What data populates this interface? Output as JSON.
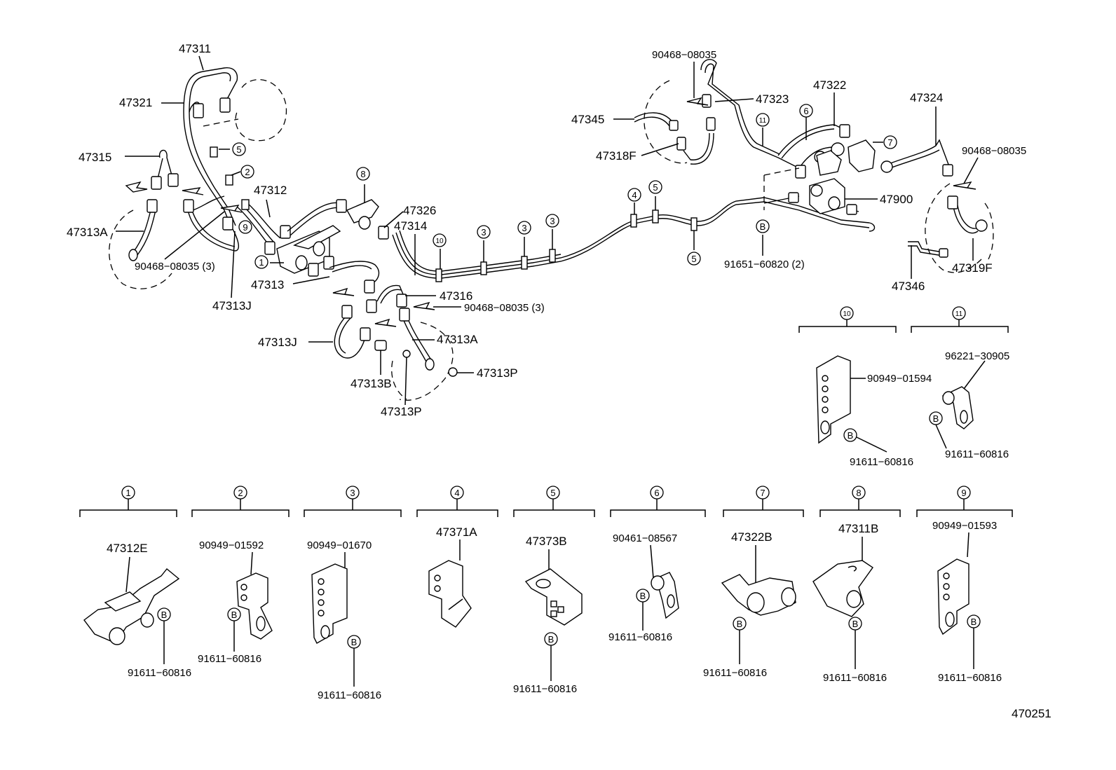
{
  "labels": {
    "p47311": "47311",
    "p47321": "47321",
    "p47315": "47315",
    "p47312": "47312",
    "p47313A_l": "47313A",
    "p90468_l": "90468−08035 (3)",
    "p47313J_l": "47313J",
    "p47313": "47313",
    "p47326": "47326",
    "p47314": "47314",
    "p47316": "47316",
    "p90468_m": "90468−08035 (3)",
    "p47313J_m": "47313J",
    "p47313A_m": "47313A",
    "p47313B": "47313B",
    "p47313P_r": "47313P",
    "p47313P_b": "47313P",
    "p90468_t": "90468−08035",
    "p47345": "47345",
    "p47318F": "47318F",
    "p47323": "47323",
    "p47322": "47322",
    "p47324": "47324",
    "p90468_r": "90468−08035",
    "p47900": "47900",
    "p91651": "91651−60820 (2)",
    "p47319F": "47319F",
    "p47346": "47346",
    "p96221": "96221−30905",
    "p90949_1594": "90949−01594",
    "p91611_10": "91611−60816",
    "p91611_11": "91611−60816",
    "p47312E": "47312E",
    "p91611_1": "91611−60816",
    "p90949_1592": "90949−01592",
    "p91611_2": "91611−60816",
    "p90949_1670": "90949−01670",
    "p91611_3": "91611−60816",
    "p47371A": "47371A",
    "p47373B": "47373B",
    "p91611_5": "91611−60816",
    "p90461": "90461−08567",
    "p91611_6": "91611−60816",
    "p47322B": "47322B",
    "p91611_7": "91611−60816",
    "p47311B": "47311B",
    "p91611_8": "91611−60816",
    "p90949_1593": "90949−01593",
    "p91611_9": "91611−60816",
    "diagram_id": "470251"
  },
  "callouts": {
    "c1": "1",
    "c2": "2",
    "c3": "3",
    "c4": "4",
    "c5": "5",
    "c6": "6",
    "c7": "7",
    "c8": "8",
    "c9": "9",
    "c10": "10",
    "c11": "11",
    "b": "B"
  }
}
